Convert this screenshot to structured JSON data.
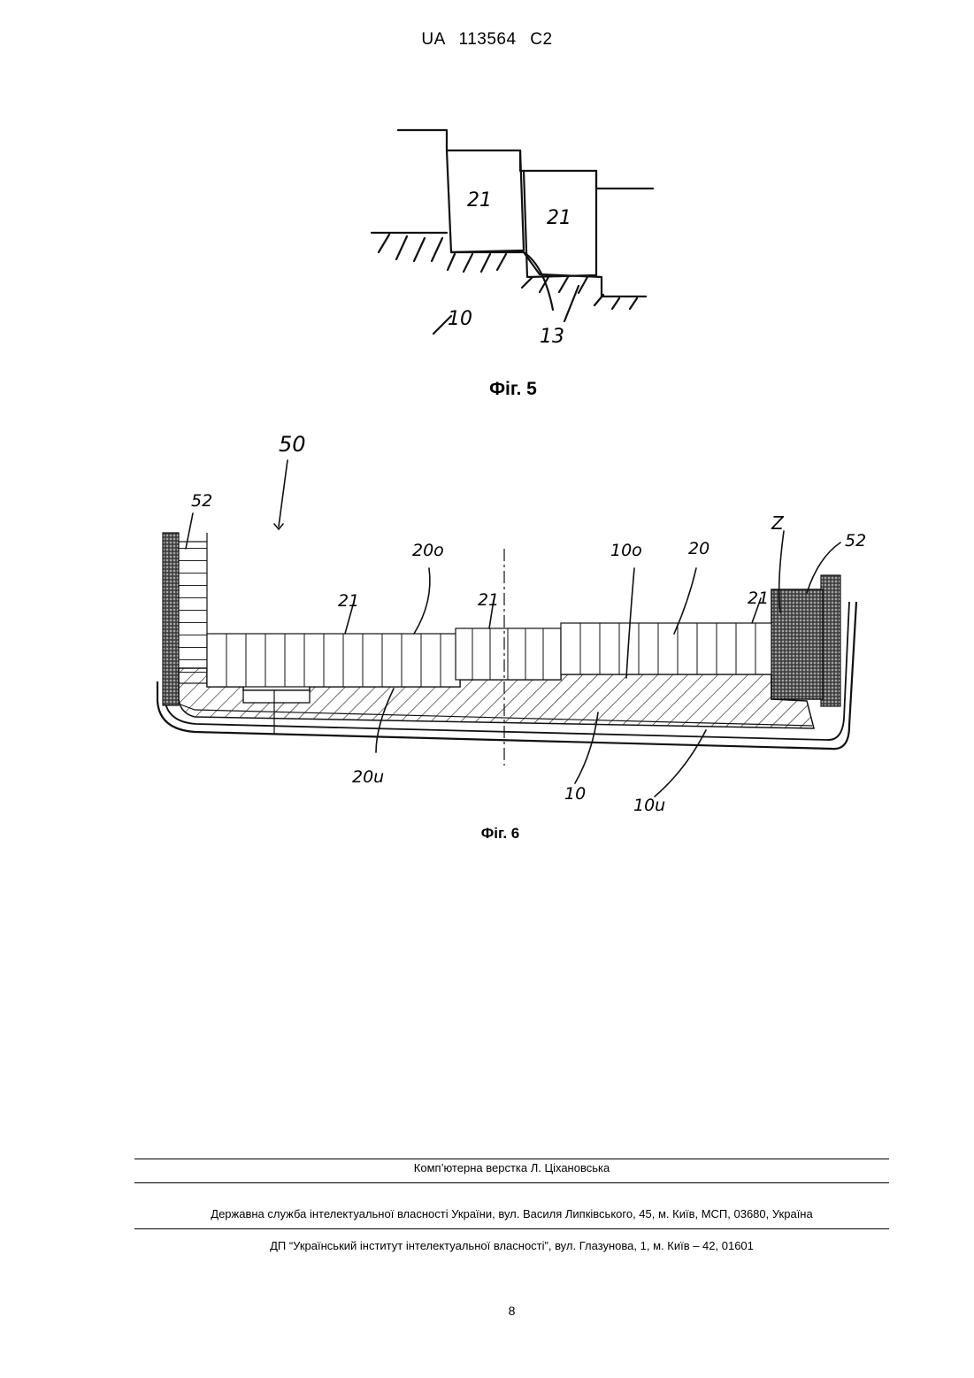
{
  "header": {
    "doc_id": "UA 113564 C2"
  },
  "figure5": {
    "caption": "Фіг. 5",
    "labels": {
      "block_left": "21",
      "block_right": "21",
      "base": "10",
      "step": "13"
    }
  },
  "figure6": {
    "caption": "Фіг. 6",
    "labels": {
      "overall": "50",
      "wall_left": "52",
      "wall_right": "52",
      "detail": "Z",
      "upper_layer_top": "20o",
      "block_a": "21",
      "block_b": "21",
      "block_c": "21",
      "base_top": "10o",
      "layer": "20",
      "layer_bottom": "20u",
      "base": "10",
      "base_bottom": "10u"
    }
  },
  "footer": {
    "layout_credit": "Комп’ютерна верстка Л. Ціхановська",
    "office": "Державна служба інтелектуальної власності України, вул. Василя Липківського, 45, м. Київ, МСП, 03680, Україна",
    "institute": "ДП “Український інститут інтелектуальної власності”, вул. Глазунова, 1, м. Київ – 42, 01601",
    "page_number": "8"
  }
}
